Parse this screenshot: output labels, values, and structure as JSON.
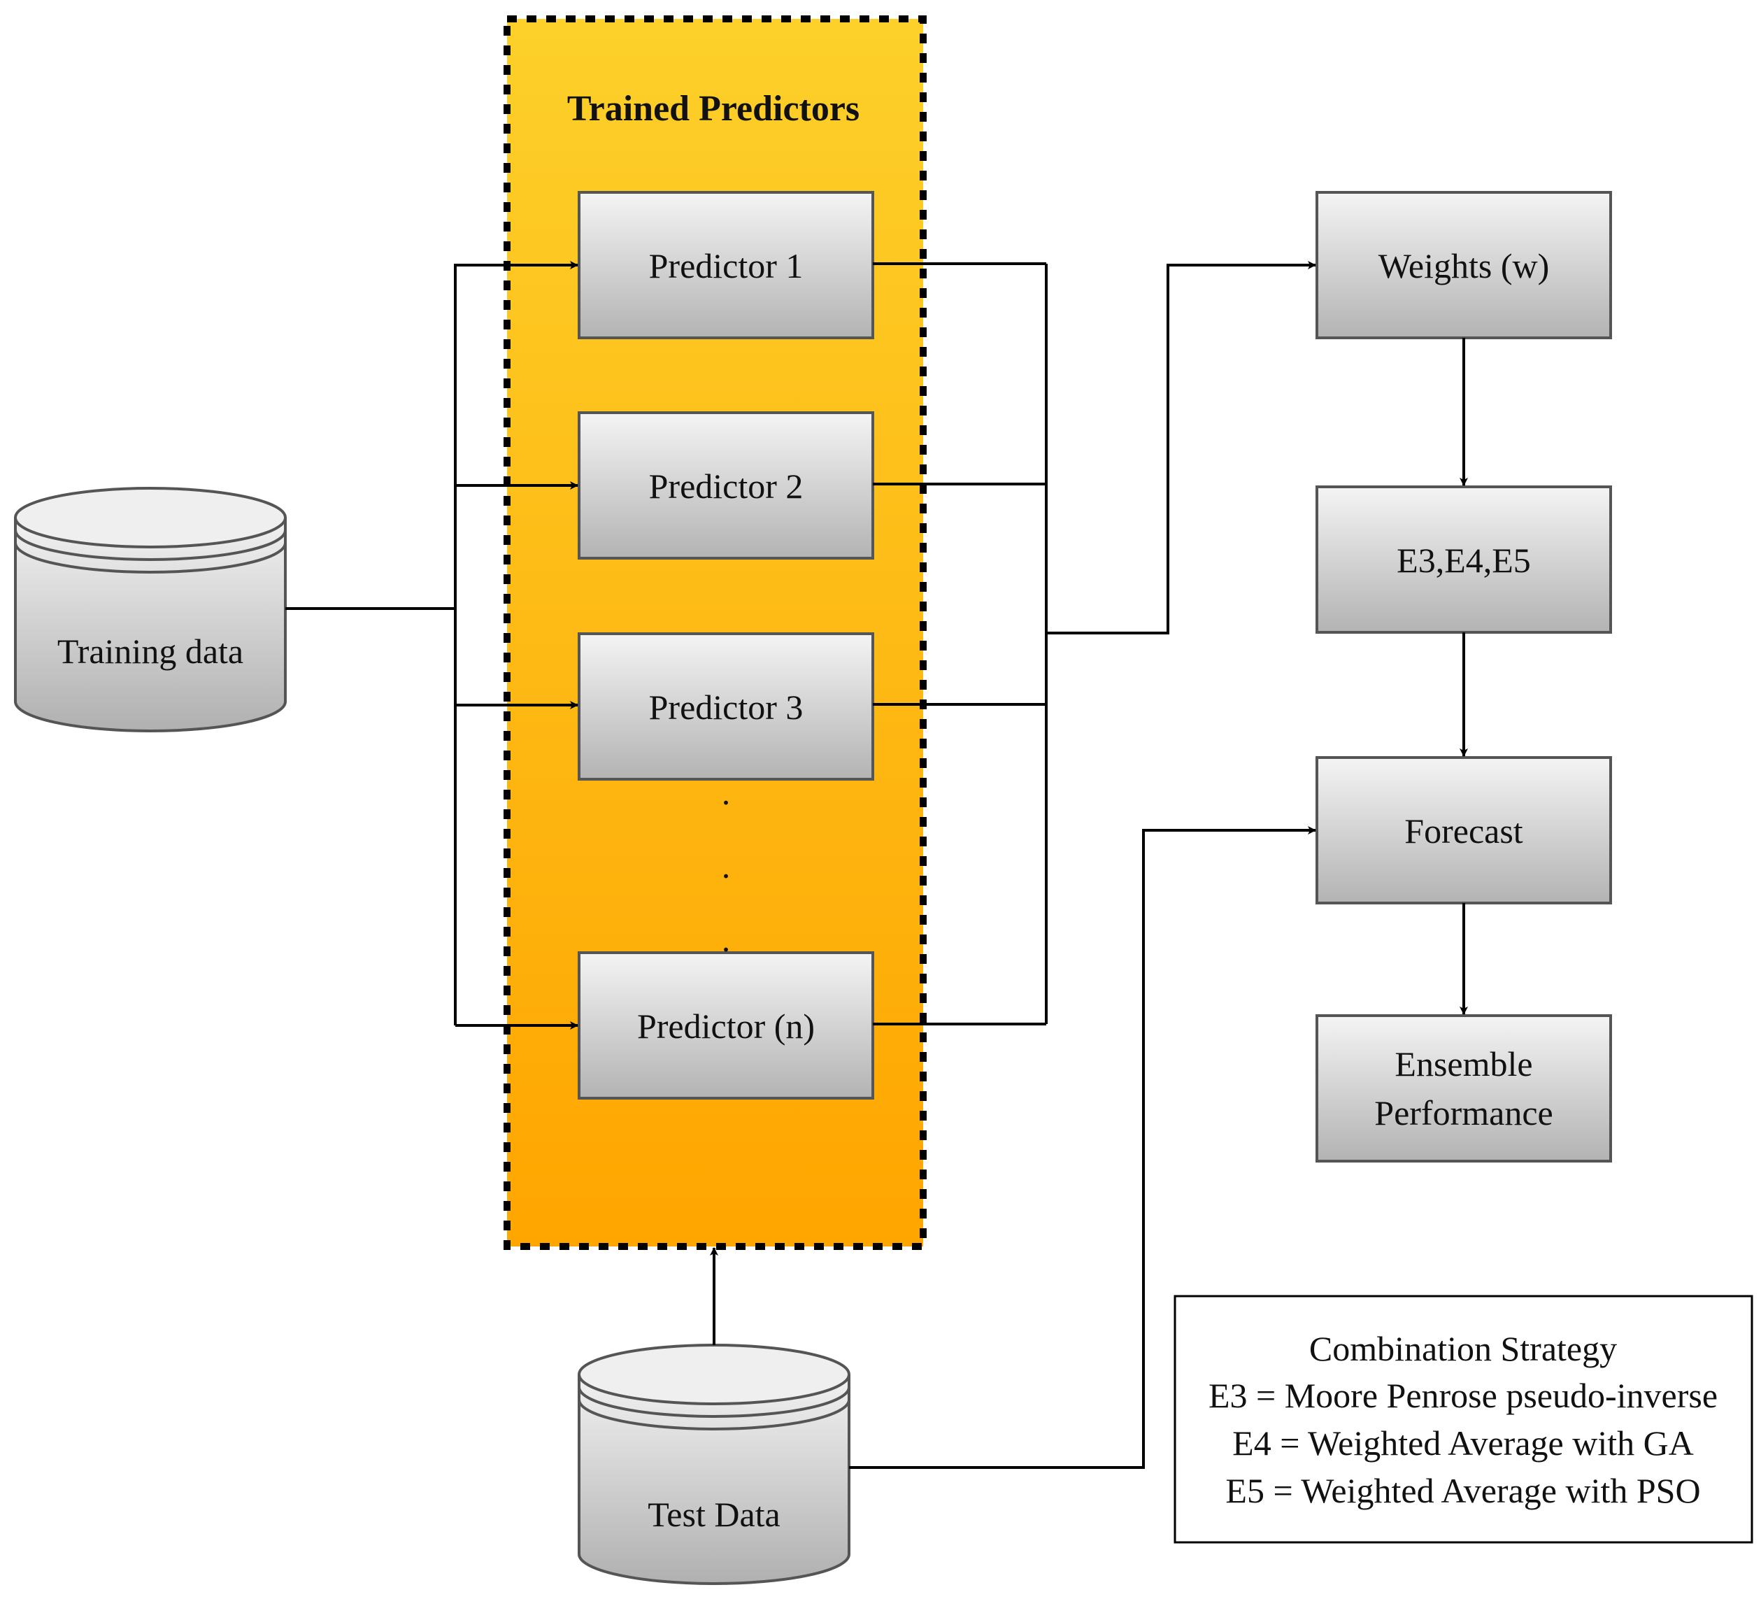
{
  "group": {
    "title": "Trained Predictors"
  },
  "predictors": [
    {
      "label": "Predictor 1"
    },
    {
      "label": "Predictor 2"
    },
    {
      "label": "Predictor 3"
    },
    {
      "label": "Predictor (n)"
    }
  ],
  "ellipsis": ".",
  "training": {
    "label": "Training data"
  },
  "test": {
    "label": "Test Data"
  },
  "pipeline": {
    "weights": "Weights (w)",
    "methods": "E3,E4,E5",
    "forecast": "Forecast",
    "ensemble_line1": "Ensemble",
    "ensemble_line2": "Performance"
  },
  "legend": {
    "title": "Combination Strategy",
    "lines": [
      "E3 = Moore Penrose pseudo-inverse",
      "E4 = Weighted Average with GA",
      "E5 = Weighted Average with PSO"
    ]
  },
  "colors": {
    "group_fill_top": "#FDD02A",
    "group_fill_bottom": "#FFA500",
    "box_fill_top": "#F4F4F4",
    "box_fill_bottom": "#B3B3B3",
    "line": "#000000"
  }
}
